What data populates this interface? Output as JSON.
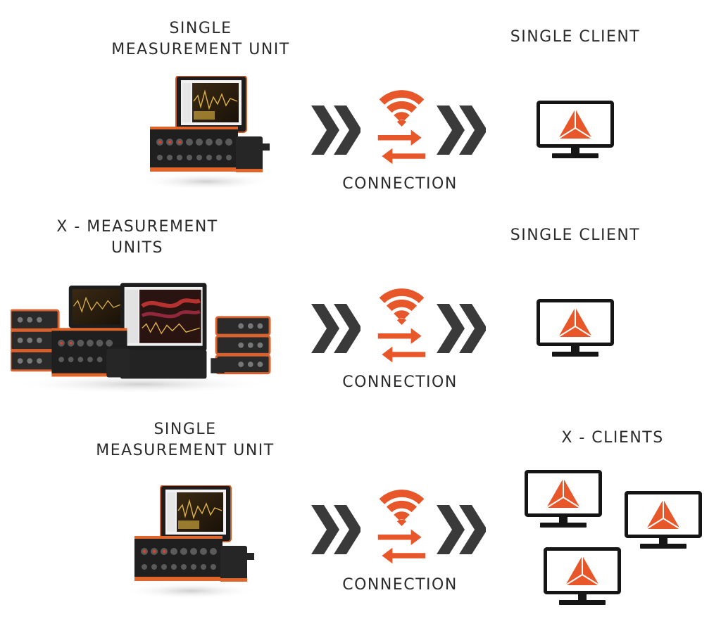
{
  "rows": [
    {
      "source_label": [
        "SINGLE",
        "MEASUREMENT UNIT"
      ],
      "connection_label": "CONNECTION",
      "client_label": "SINGLE CLIENT",
      "source_icon": "single-measurement-device",
      "client_icon": "monitor-icon",
      "client_count": 1
    },
    {
      "source_label": [
        "X - MEASUREMENT",
        "UNITS"
      ],
      "connection_label": "CONNECTION",
      "client_label": "SINGLE CLIENT",
      "source_icon": "multiple-measurement-devices",
      "client_icon": "monitor-icon",
      "client_count": 1
    },
    {
      "source_label": [
        "SINGLE",
        "MEASUREMENT UNIT"
      ],
      "connection_label": "CONNECTION",
      "client_label": "X - CLIENTS",
      "source_icon": "single-measurement-device",
      "client_icon": "monitor-icon",
      "client_count": 3
    }
  ],
  "colors": {
    "accent": "#e8572a",
    "chevron": "#3a3a3a",
    "monitor": "#151515",
    "text": "#2b2b2b"
  }
}
